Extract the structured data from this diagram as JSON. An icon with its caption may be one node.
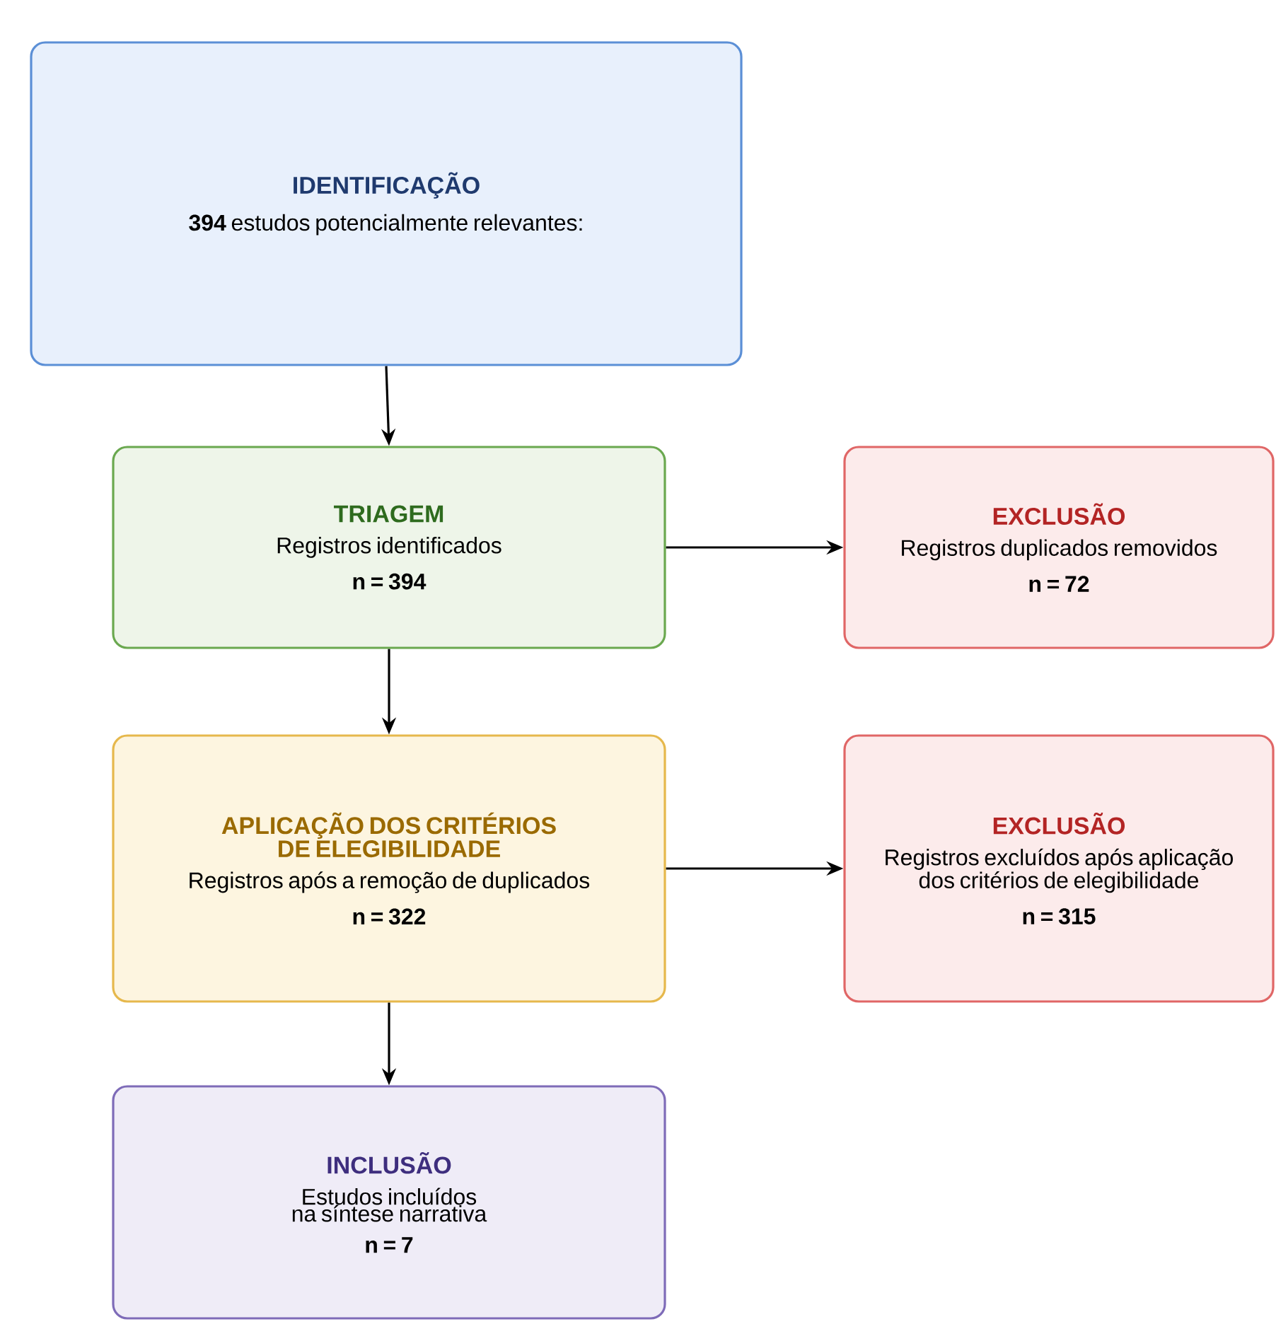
{
  "diagram": {
    "nodes": [
      {
        "text": [
          "IDENTIFICAÇÃO",
          "**394** estudos potencialmente relevantes:"
        ]
      },
      {
        "text": [
          "TRIAGEM",
          "Registros identificados",
          "n = 394"
        ]
      },
      {
        "text": [
          "EXCLUSÃO",
          "Registros duplicados removidos",
          "n = 72"
        ]
      },
      {
        "text": [
          "APLICAÇÃO DOS CRITÉRIOS DE ELEGIBILIDADE",
          "Registros após a remoção de duplicados",
          "n = 322"
        ]
      },
      {
        "text": [
          "EXCLUSÃO",
          "Registros excluídos após aplicação dos critérios de elegibilidade",
          "n = 315"
        ]
      },
      {
        "text": [
          "INCLUSÃO",
          "Estudos incluídos na síntese narrativa",
          "n = 7"
        ]
      }
    ],
    "edges": [
      {
        "from": 0,
        "to": 1,
        "arrow": "to"
      },
      {
        "from": 1,
        "to": 2,
        "arrow": "to"
      },
      {
        "from": 1,
        "to": 3,
        "arrow": "to"
      },
      {
        "from": 3,
        "to": 4,
        "arrow": "to"
      },
      {
        "from": 3,
        "to": 5,
        "arrow": "to"
      }
    ]
  }
}
